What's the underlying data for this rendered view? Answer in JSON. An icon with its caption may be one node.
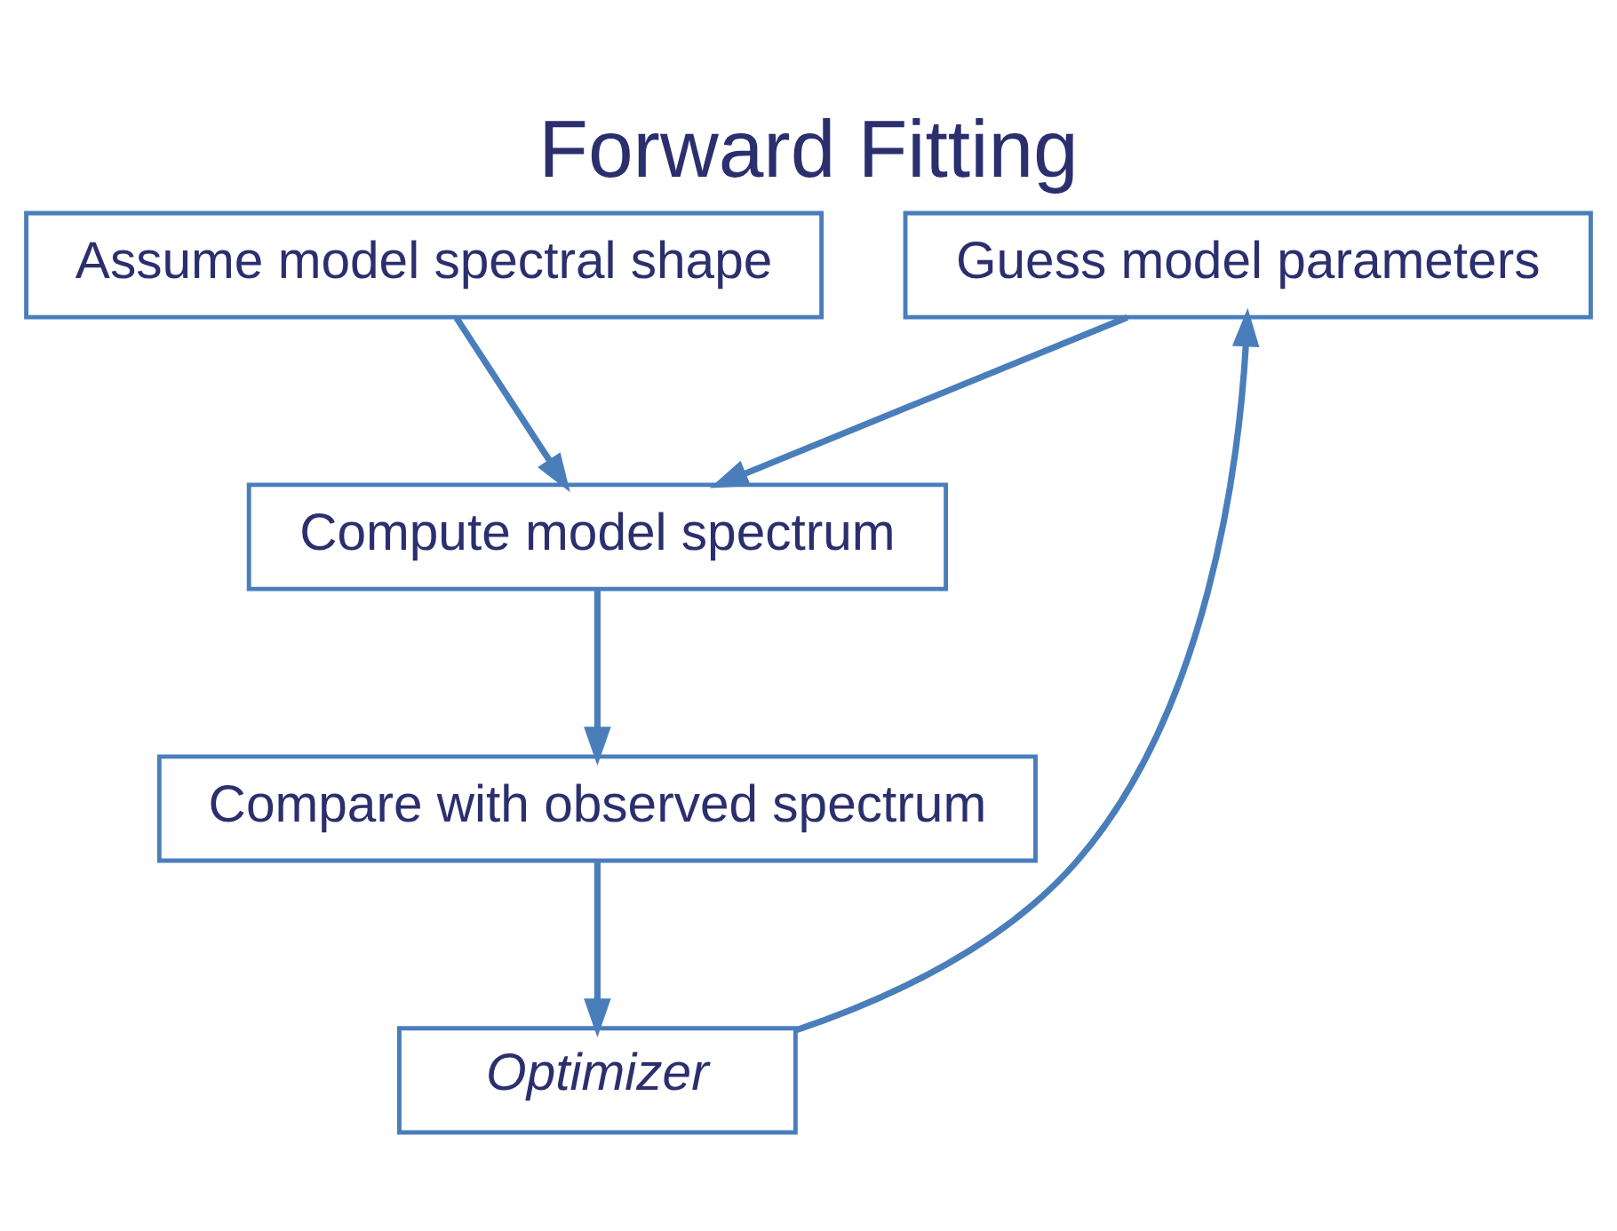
{
  "diagram": {
    "title": "Forward Fitting",
    "nodes": [
      {
        "text": [
          "Assume model spectral shape"
        ]
      },
      {
        "text": [
          "Guess model parameters"
        ]
      },
      {
        "text": [
          "Compute model spectrum"
        ]
      },
      {
        "text": [
          "Compare with observed spectrum"
        ]
      },
      {
        "text": [
          "Optimizer"
        ]
      }
    ],
    "edges": [
      {
        "from": 0,
        "to": 2,
        "arrow": "to"
      },
      {
        "from": 1,
        "to": 2,
        "arrow": "to"
      },
      {
        "from": 2,
        "to": 3,
        "arrow": "to"
      },
      {
        "from": 3,
        "to": 4,
        "arrow": "to"
      },
      {
        "from": 4,
        "to": 1,
        "arrow": "to"
      }
    ]
  }
}
